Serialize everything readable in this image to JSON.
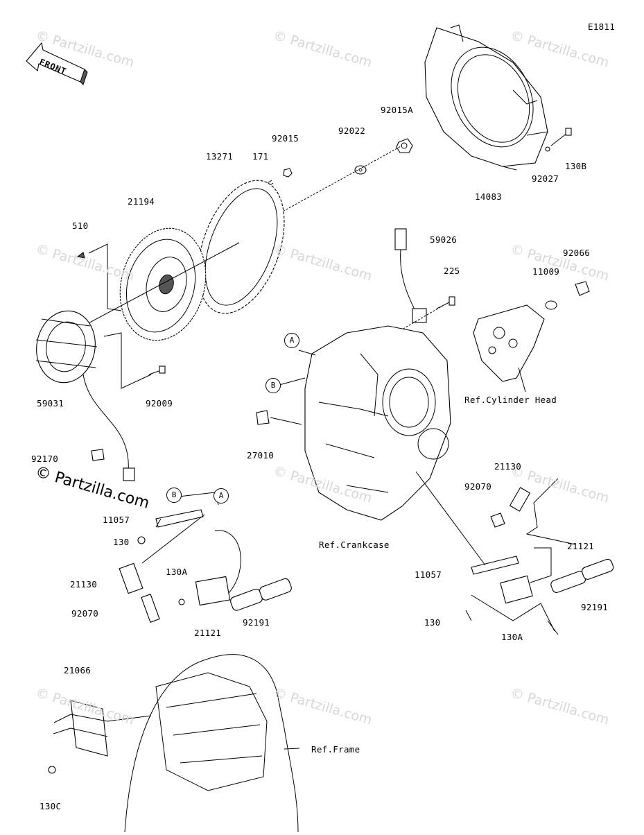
{
  "diagram_code": "E1811",
  "front_label": "FRONT",
  "watermark": "© Partzilla.com",
  "copyright": "© Partzilla.com",
  "callouts": [
    "A",
    "B",
    "B",
    "A"
  ],
  "labels": {
    "p130B": "130B",
    "p92027": "92027",
    "p14083": "14083",
    "p92015A": "92015A",
    "p92022": "92022",
    "p92015": "92015",
    "p171": "171",
    "p13271": "13271",
    "p21194": "21194",
    "p510": "510",
    "p59031": "59031",
    "p92009": "92009",
    "p92170": "92170",
    "p59026": "59026",
    "p225": "225",
    "p92066": "92066",
    "p11009": "11009",
    "ref_cylinder_head": "Ref.Cylinder Head",
    "p27010": "27010",
    "ref_crankcase": "Ref.Crankcase",
    "p21130_r": "21130",
    "p92070_r": "92070",
    "p21121_r": "21121",
    "p11057_r": "11057",
    "p92191_r": "92191",
    "p130_r": "130",
    "p130A_r": "130A",
    "p11057_l": "11057",
    "p130_l": "130",
    "p21130_l": "21130",
    "p130A_l": "130A",
    "p92070_l": "92070",
    "p21121_l": "21121",
    "p92191_l": "92191",
    "p21066": "21066",
    "ref_frame": "Ref.Frame",
    "p130C": "130C"
  }
}
